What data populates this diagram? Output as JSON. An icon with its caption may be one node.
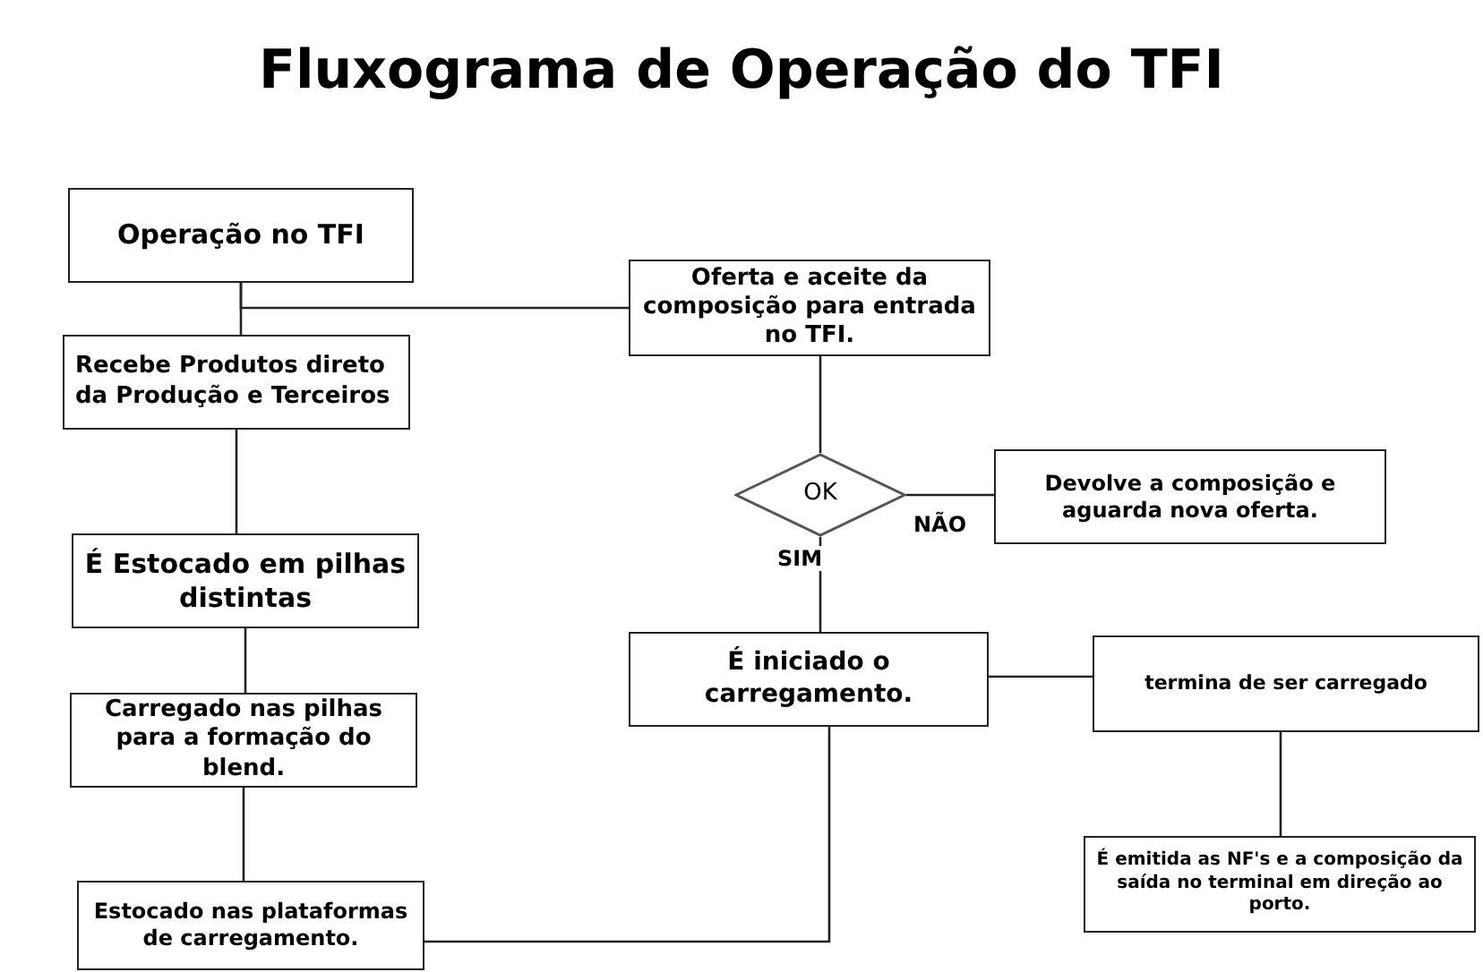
{
  "diagram": {
    "title": "Fluxograma de Operação do TFI",
    "nodes": [
      {
        "text": [
          "Operação no TFI"
        ]
      },
      {
        "text": [
          "Recebe Produtos direto da Produção e Terceiros"
        ]
      },
      {
        "text": [
          "É Estocado em pilhas distintas"
        ]
      },
      {
        "text": [
          "Carregado nas pilhas para a formação do blend."
        ]
      },
      {
        "text": [
          "Estocado nas plataformas de carregamento."
        ]
      },
      {
        "text": [
          "Oferta e aceite da composição para entrada no TFI."
        ]
      },
      {
        "text": [
          "OK"
        ]
      },
      {
        "text": [
          "Devolve a composição e aguarda nova oferta."
        ]
      },
      {
        "text": [
          "É iniciado o carregamento."
        ]
      },
      {
        "text": [
          "termina de ser carregado"
        ]
      },
      {
        "text": [
          "É emitida as NF's e a composição da saída no terminal em direção ao porto."
        ]
      }
    ],
    "edges": [
      {
        "from": 0,
        "to": 1,
        "arrow": "none"
      },
      {
        "from": 0,
        "to": 5,
        "arrow": "none"
      },
      {
        "from": 1,
        "to": 2,
        "arrow": "none"
      },
      {
        "from": 2,
        "to": 3,
        "arrow": "none"
      },
      {
        "from": 3,
        "to": 4,
        "arrow": "none"
      },
      {
        "from": 4,
        "to": 8,
        "arrow": "none"
      },
      {
        "from": 5,
        "to": 6,
        "arrow": "none"
      },
      {
        "from": 6,
        "to": 7,
        "arrow": "none",
        "label": "NÃO"
      },
      {
        "from": 6,
        "to": 8,
        "arrow": "none",
        "label": "SIM"
      },
      {
        "from": 8,
        "to": 9,
        "arrow": "none"
      },
      {
        "from": 9,
        "to": 10,
        "arrow": "none"
      }
    ]
  }
}
